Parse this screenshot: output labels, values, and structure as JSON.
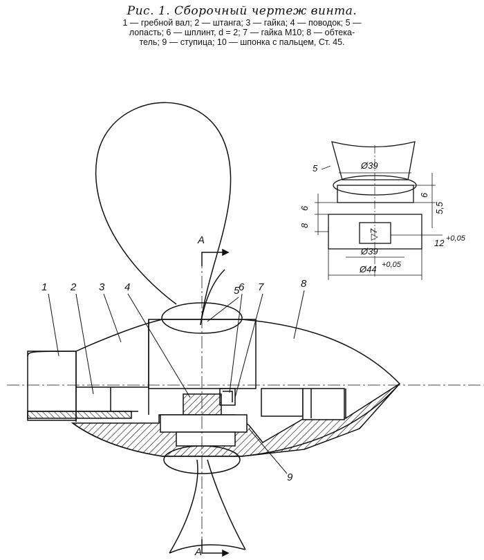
{
  "figure": {
    "title": "Рис. 1. Сборочный чертеж винта.",
    "legend_lines": [
      "1 — гребной вал; 2 — штанга; 3 — гайка; 4 — поводок; 5 —",
      "лопасть; 6 — шплинт, d = 2; 7 — гайка М10; 8 — обтека-",
      "тель; 9 — ступица; 10 — шпонка с пальцем, Ст. 45."
    ]
  },
  "callouts": [
    "1",
    "2",
    "3",
    "4",
    "5",
    "6",
    "7",
    "8",
    "9"
  ],
  "section": {
    "label_top": "А",
    "label_bottom": "А"
  },
  "detail": {
    "part_label": "5",
    "dim_d39_top": "Ø39",
    "dim_6_right": "6",
    "dim_5_5": "5,5",
    "dim_6_left": "6",
    "dim_8_left": "8",
    "dim_7": "▽7",
    "dim_d39_bottom": "Ø39",
    "dim_12": "12",
    "dim_12_tol": "+0,05",
    "dim_d44": "Ø44",
    "dim_d44_tol": "+0,05"
  }
}
